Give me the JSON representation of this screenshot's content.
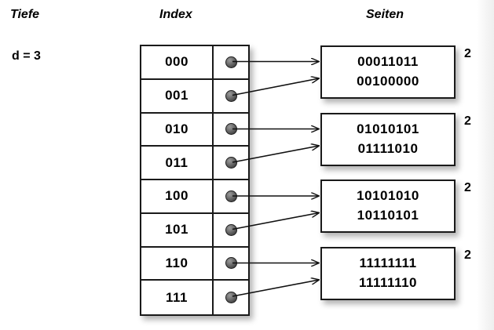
{
  "headers": {
    "depth_col": "Tiefe",
    "index_col": "Index",
    "pages_col": "Seiten"
  },
  "global_depth": {
    "label": "d = 3"
  },
  "directory": {
    "entries": [
      {
        "key": "000",
        "pointer_icon": "pointer-dot",
        "target": 0
      },
      {
        "key": "001",
        "pointer_icon": "pointer-dot",
        "target": 0
      },
      {
        "key": "010",
        "pointer_icon": "pointer-dot",
        "target": 1
      },
      {
        "key": "011",
        "pointer_icon": "pointer-dot",
        "target": 1
      },
      {
        "key": "100",
        "pointer_icon": "pointer-dot",
        "target": 2
      },
      {
        "key": "101",
        "pointer_icon": "pointer-dot",
        "target": 2
      },
      {
        "key": "110",
        "pointer_icon": "pointer-dot",
        "target": 3
      },
      {
        "key": "111",
        "pointer_icon": "pointer-dot",
        "target": 3
      }
    ]
  },
  "pages": [
    {
      "lines": [
        "00011011",
        "00100000"
      ],
      "local_depth": "2"
    },
    {
      "lines": [
        "01010101",
        "01111010"
      ],
      "local_depth": "2"
    },
    {
      "lines": [
        "10101010",
        "10110101"
      ],
      "local_depth": "2"
    },
    {
      "lines": [
        "11111111",
        "11111110"
      ],
      "local_depth": "2"
    }
  ],
  "colors": {
    "background": "#ffffff",
    "stroke": "#1a1a1a",
    "text": "#000000",
    "dot": "#5a5a5a"
  }
}
